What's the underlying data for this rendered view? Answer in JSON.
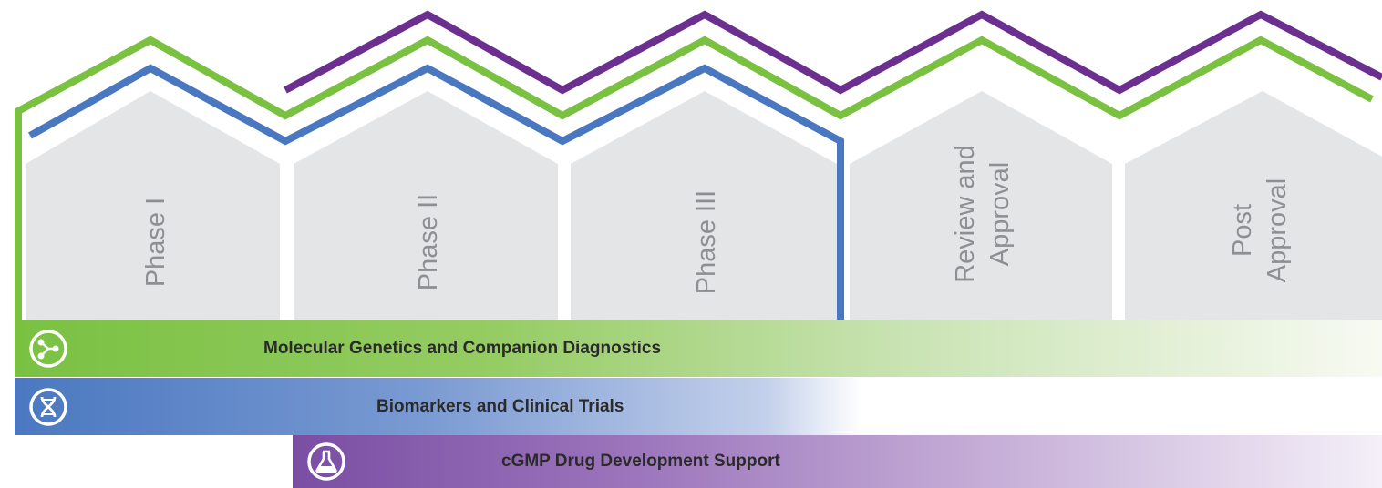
{
  "phases": [
    {
      "line1": "Phase I",
      "line2": ""
    },
    {
      "line1": "Phase II",
      "line2": ""
    },
    {
      "line1": "Phase III",
      "line2": ""
    },
    {
      "line1": "Review and",
      "line2": "Approval"
    },
    {
      "line1": "Post",
      "line2": "Approval"
    }
  ],
  "bands": {
    "green": {
      "label": "Molecular Genetics and Companion Diagnostics",
      "icon": "network-icon"
    },
    "blue": {
      "label": "Biomarkers and Clinical Trials",
      "icon": "dna-icon"
    },
    "purple": {
      "label": "cGMP Drug Development Support",
      "icon": "flask-icon"
    }
  },
  "colors": {
    "green": "#7ac142",
    "blue": "#4a78c0",
    "purple": "#6b2f8f",
    "phase_fill": "#e4e5e7",
    "label_gray": "#8e8f93"
  }
}
